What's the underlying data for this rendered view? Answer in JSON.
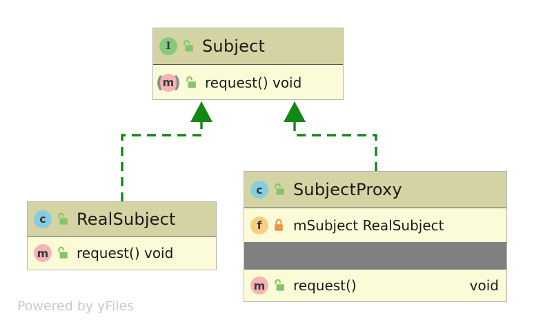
{
  "diagram": {
    "type": "uml-class-diagram",
    "background_color": "#ffffff",
    "watermark": "Powered by yFiles",
    "watermark_color": "#c9c9c9",
    "palette": {
      "header_fill": "#d4d3a3",
      "body_fill": "#fbfbd8",
      "node_border": "#b6b6b6",
      "header_separator": "#55554a",
      "selected_band": "#808080",
      "edge_green": "#118811",
      "interface_badge": "#85c97c",
      "class_badge": "#86cde0",
      "method_badge": "#f7b3b6",
      "field_badge": "#f8cf80",
      "lock_public": "#84c46a",
      "lock_private": "#ef9249"
    }
  },
  "nodes": [
    {
      "id": "subject",
      "name": "Subject",
      "stereotype": "interface",
      "badge_icon": "interface-badge-icon",
      "badge_letter": "I",
      "visibility": "public",
      "lock_icon": "unlocked-padlock-icon",
      "members": [
        {
          "kind": "method",
          "abstract": true,
          "badge_icon": "abstract-method-badge-icon",
          "badge_letter": "m",
          "visibility": "public",
          "lock_icon": "unlocked-padlock-icon",
          "signature": "request() void",
          "return_type": ""
        }
      ]
    },
    {
      "id": "realsubject",
      "name": "RealSubject",
      "stereotype": "class",
      "badge_icon": "class-badge-icon",
      "badge_letter": "c",
      "visibility": "public",
      "lock_icon": "unlocked-padlock-icon",
      "members": [
        {
          "kind": "method",
          "abstract": false,
          "badge_icon": "method-badge-icon",
          "badge_letter": "m",
          "visibility": "public",
          "lock_icon": "unlocked-padlock-icon",
          "signature": "request() void",
          "return_type": ""
        }
      ]
    },
    {
      "id": "subjectproxy",
      "name": "SubjectProxy",
      "stereotype": "class",
      "badge_icon": "class-badge-icon",
      "badge_letter": "c",
      "visibility": "public",
      "lock_icon": "unlocked-padlock-icon",
      "members": [
        {
          "kind": "field",
          "abstract": false,
          "badge_icon": "field-badge-icon",
          "badge_letter": "f",
          "visibility": "private",
          "lock_icon": "locked-padlock-icon",
          "signature": "mSubject RealSubject",
          "return_type": ""
        },
        {
          "kind": "separator",
          "selected": true,
          "signature": ""
        },
        {
          "kind": "method",
          "abstract": false,
          "badge_icon": "method-badge-icon",
          "badge_letter": "m",
          "visibility": "public",
          "lock_icon": "unlocked-padlock-icon",
          "signature": "request()",
          "return_type": "void"
        }
      ]
    }
  ],
  "edges": [
    {
      "id": "realsubject-implements-subject",
      "type": "realization",
      "style": "dashed",
      "arrow": "hollow-triangle-filled",
      "source": "RealSubject",
      "target": "Subject"
    },
    {
      "id": "subjectproxy-implements-subject",
      "type": "realization",
      "style": "dashed",
      "arrow": "hollow-triangle-filled",
      "source": "SubjectProxy",
      "target": "Subject"
    }
  ]
}
